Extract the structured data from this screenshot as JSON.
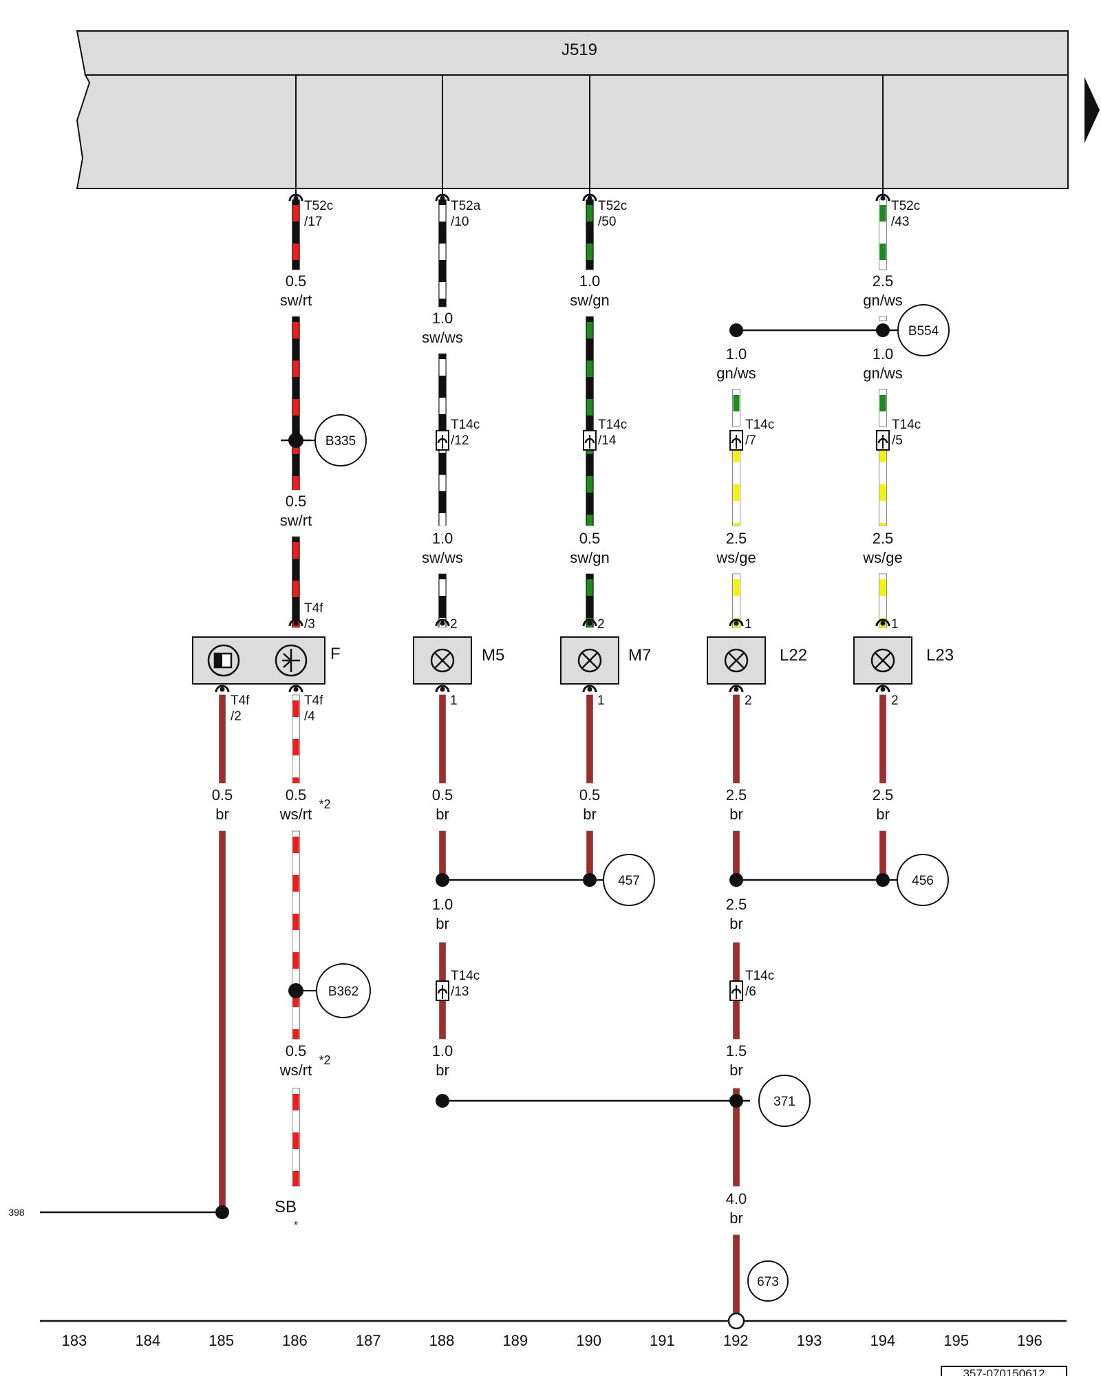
{
  "control_unit": {
    "label": "J519"
  },
  "components": {
    "F": "F",
    "M5": "M5",
    "M7": "M7",
    "L22": "L22",
    "L23": "L23"
  },
  "connectors": {
    "c_t52c_17": "T52c",
    "c_t52c_17_pin": "/17",
    "c_t52a_10": "T52a",
    "c_t52a_10_pin": "/10",
    "c_t52c_50": "T52c",
    "c_t52c_50_pin": "/50",
    "c_t52c_43": "T52c",
    "c_t52c_43_pin": "/43",
    "c_t14c_12": "T14c",
    "c_t14c_12_pin": "/12",
    "c_t14c_14": "T14c",
    "c_t14c_14_pin": "/14",
    "c_t14c_7": "T14c",
    "c_t14c_7_pin": "/7",
    "c_t14c_5": "T14c",
    "c_t14c_5_pin": "/5",
    "c_t4f_3": "T4f",
    "c_t4f_3_pin": "/3",
    "c_t4f_2": "T4f",
    "c_t4f_2_pin": "/2",
    "c_t4f_4": "T4f",
    "c_t4f_4_pin": "/4",
    "c_t14c_13": "T14c",
    "c_t14c_13_pin": "/13",
    "c_t14c_6": "T14c",
    "c_t14c_6_pin": "/6",
    "pin_m5_2": "2",
    "pin_m5_1": "1",
    "pin_m7_2": "2",
    "pin_m7_1": "1",
    "pin_l22_1": "1",
    "pin_l22_2": "2",
    "pin_l23_1": "1",
    "pin_l23_2": "2"
  },
  "wires": {
    "w1_size": "0.5",
    "w1_color": "sw/rt",
    "w2_size": "0.5",
    "w2_color": "sw/rt",
    "w3_size": "1.0",
    "w3_color": "sw/ws",
    "w4_size": "1.0",
    "w4_color": "sw/ws",
    "w5_size": "1.0",
    "w5_color": "sw/gn",
    "w6_size": "0.5",
    "w6_color": "sw/gn",
    "w7_size": "2.5",
    "w7_color": "gn/ws",
    "w8_size": "1.0",
    "w8_color": "gn/ws",
    "w9_size": "1.0",
    "w9_color": "gn/ws",
    "w10_size": "2.5",
    "w10_color": "ws/ge",
    "w11_size": "2.5",
    "w11_color": "ws/ge",
    "w12_size": "0.5",
    "w12_color": "br",
    "w13_size": "0.5",
    "w13_color": "ws/rt",
    "w13_note": "*2",
    "w14_size": "0.5",
    "w14_color": "br",
    "w15_size": "0.5",
    "w15_color": "br",
    "w16_size": "2.5",
    "w16_color": "br",
    "w17_size": "2.5",
    "w17_color": "br",
    "w18_size": "1.0",
    "w18_color": "br",
    "w19_size": "2.5",
    "w19_color": "br",
    "w20_size": "0.5",
    "w20_color": "ws/rt",
    "w20_note": "*2",
    "w21_size": "1.0",
    "w21_color": "br",
    "w22_size": "1.5",
    "w22_color": "br",
    "w23_size": "4.0",
    "w23_color": "br"
  },
  "references": {
    "B335": "B335",
    "B554": "B554",
    "B362": "B362",
    "r457": "457",
    "r456": "456",
    "r371": "371",
    "r673": "673",
    "r398": "398"
  },
  "terminal": {
    "label": "SB",
    "note": "*"
  },
  "columns": [
    "183",
    "184",
    "185",
    "186",
    "187",
    "188",
    "189",
    "190",
    "191",
    "192",
    "193",
    "194",
    "195",
    "196"
  ],
  "drawing_number": "357-070150612",
  "colors": {
    "black": "#111111",
    "red": "#ee1c1c",
    "green": "#1f8a1f",
    "yellow": "#f4f400",
    "brown": "#a52a2a",
    "white": "#ffffff",
    "box_fill": "#dcdcdc"
  }
}
